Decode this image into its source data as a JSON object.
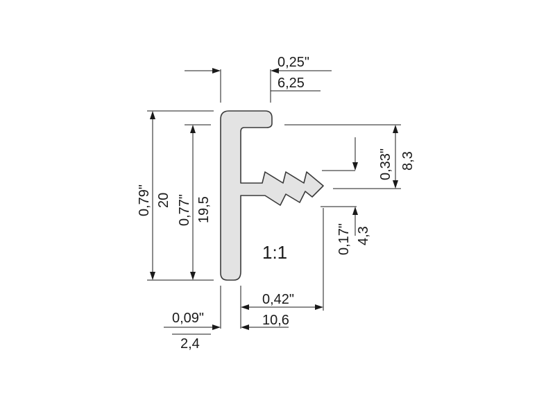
{
  "scale": "1:1",
  "dimensions": {
    "top_gap_in": "0,25\"",
    "top_gap_mm": "6,25",
    "total_height_in": "0,79\"",
    "total_height_mm": "20",
    "inner_height_in": "0,77\"",
    "inner_height_mm": "19,5",
    "barb_offset_in": "0,33\"",
    "barb_offset_mm": "8,3",
    "barb_tip_in": "0,17\"",
    "barb_tip_mm": "4,3",
    "depth_in": "0,42\"",
    "depth_mm": "10,6",
    "wall_in": "0,09\"",
    "wall_mm": "2,4"
  }
}
